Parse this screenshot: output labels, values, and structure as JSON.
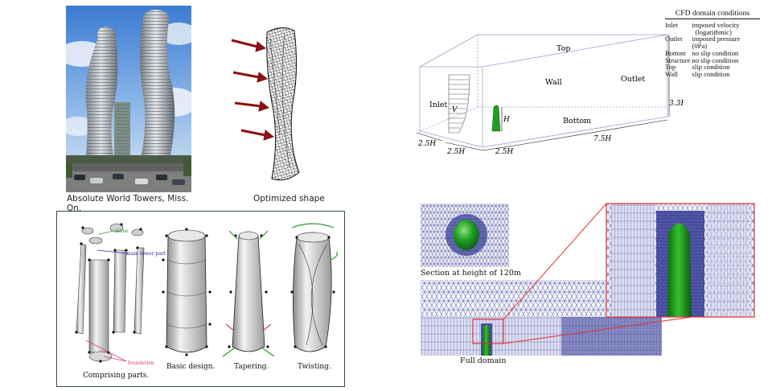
{
  "captions": {
    "towers_photo": "Absolute World Towers, Miss. On.",
    "optimized_shape": "Optimized shape",
    "comprising_parts": "Comprising parts.",
    "basic_design": "Basic design.",
    "tapering": "Tapering.",
    "twisting": "Twisting.",
    "section": "Section at height of 120m",
    "full_domain": "Full domain"
  },
  "parts_labels": {
    "dome": "dome",
    "main_tower_part": "main tower part",
    "foundation": "foundation"
  },
  "domain_labels": {
    "top": "Top",
    "wall": "Wall",
    "outlet": "Outlet",
    "bottom": "Bottom",
    "inlet": "Inlet",
    "velocity": "V",
    "height": "H",
    "dim_height": "3.3H",
    "dim_inlet_side": "2.5H",
    "dim_front": "2.5H",
    "dim_back": "2.5H",
    "dim_length": "7.5H"
  },
  "conditions": {
    "title": "CFD domain conditions",
    "rows": [
      {
        "name": "Inlet",
        "value": "imposed velocity"
      },
      {
        "name": "",
        "value": "(logarithmic)"
      },
      {
        "name": "Outlet",
        "value": "imposed pressure"
      },
      {
        "name": "",
        "value": "(0Pa)"
      },
      {
        "name": "Bottom",
        "value": "no slip condition"
      },
      {
        "name": "Structure",
        "value": "no slip condition"
      },
      {
        "name": "Top",
        "value": "slip condition"
      },
      {
        "name": "Wall",
        "value": "slip condition"
      }
    ]
  },
  "colors": {
    "mesh": "#3a3f9a",
    "tower_green": "#1f9e22",
    "zoom_red": "#e03030",
    "arrow_red": "#8b1010",
    "frame": "#2f4f3f",
    "domain_box": "#9aa0d0"
  }
}
